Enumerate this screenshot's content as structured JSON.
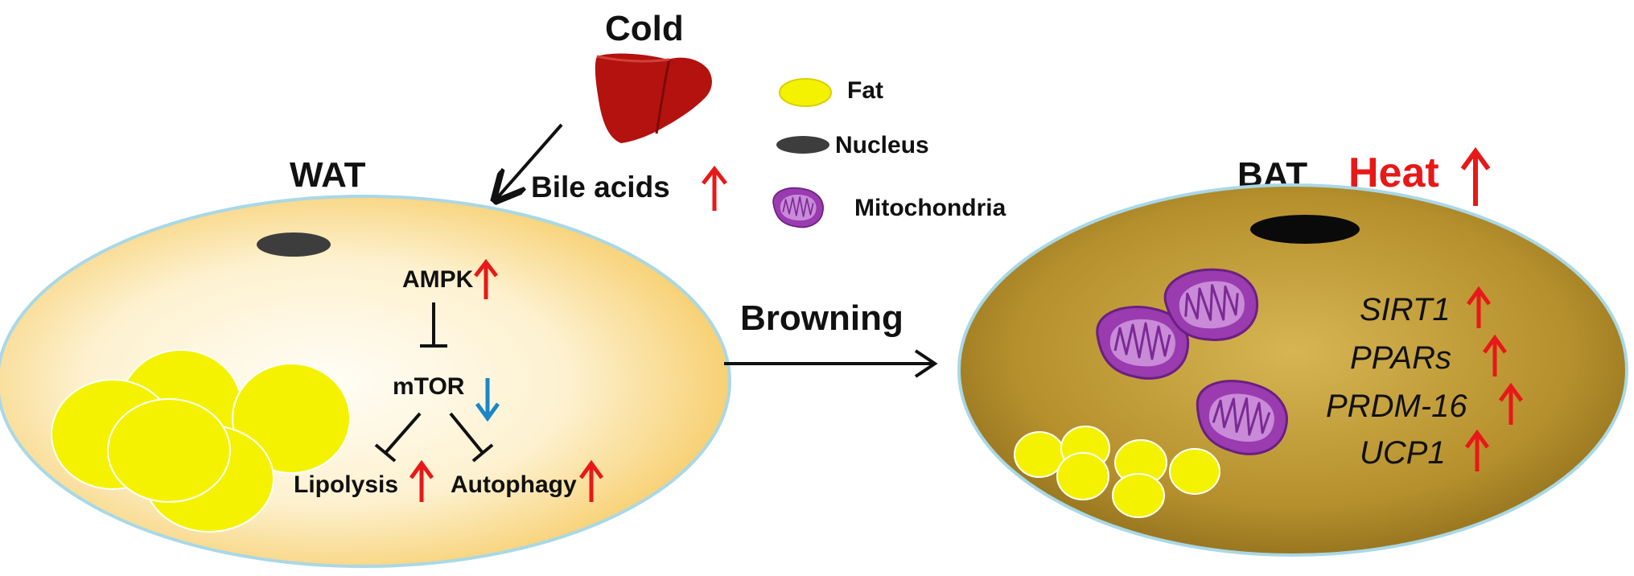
{
  "top": {
    "cold": "Cold",
    "bile_acids": "Bile acids"
  },
  "legend": {
    "fat": "Fat",
    "nucleus": "Nucleus",
    "mitochondria": "Mitochondria"
  },
  "wat": {
    "title": "WAT",
    "ampk": "AMPK",
    "mtor": "mTOR",
    "lipolysis": "Lipolysis",
    "autophagy": "Autophagy"
  },
  "middle": {
    "browning": "Browning"
  },
  "bat": {
    "title": "BAT",
    "heat": "Heat",
    "genes": [
      "SIRT1",
      "PPARs",
      "PRDM-16",
      "UCP1"
    ]
  },
  "colors": {
    "up_arrow": "#e81818",
    "down_arrow": "#1a86c8",
    "liver": "#b3120f",
    "fat": "#f5f200",
    "nucleus": "#3d3d3d",
    "mitochondria_fill": "#9a3bb0",
    "mitochondria_inner": "#c98ad8",
    "wat_cell": "#fde9b0",
    "bat_cell": "#b5922e"
  }
}
